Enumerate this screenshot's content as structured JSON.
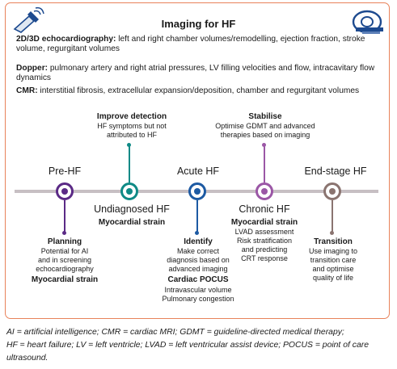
{
  "title": "Imaging for HF",
  "modalities": [
    {
      "name": "2D/3D echocardiography:",
      "text": " left and right chamber volumes/remodelling, ejection fraction, stroke volume, regurgitant volumes"
    },
    {
      "name": "Dopper:",
      "text": " pulmonary artery and right atrial pressures, LV filling velocities and flow, intracavitary flow dynamics"
    },
    {
      "name": "CMR:",
      "text": " interstitial fibrosis, extracellular expansion/deposition, chamber and regurgitant volumes"
    }
  ],
  "stages": {
    "prehf": "Pre-HF",
    "undiagnosed": "Undiagnosed HF",
    "acute": "Acute HF",
    "chronic": "Chronic HF",
    "endstage": "End-stage HF"
  },
  "improve": {
    "title": "Improve detection",
    "lines": [
      "HF symptoms but not",
      "attributed to HF"
    ]
  },
  "stabilise": {
    "title": "Stabilise",
    "lines": [
      "Optimise GDMT and advanced",
      "therapies based on imaging"
    ]
  },
  "undiagnosed_note": "Myocardial strain",
  "planning": {
    "title": "Planning",
    "lines": [
      "Potential for AI",
      "and in screening",
      "echocardiography"
    ],
    "big": "Myocardial strain"
  },
  "identify": {
    "title": "Identify",
    "lines": [
      "Make correct",
      "diagnosis based on",
      "advanced imaging"
    ],
    "big": "Cardiac POCUS",
    "after": [
      "Intravascular volume",
      "Pulmonary congestion"
    ]
  },
  "chronic_detail": {
    "big": "Myocardial strain",
    "lines": [
      "LVAD assessment",
      "Risk stratification",
      "and predicting",
      "CRT response"
    ]
  },
  "transition": {
    "title": "Transition",
    "lines": [
      "Use imaging to",
      "transition care",
      "and optimise",
      "quality of life"
    ]
  },
  "footnote": [
    "AI = artificial intelligence; CMR = cardiac MRI; GDMT = guideline-directed medical therapy;",
    "HF = heart failure; LV = left ventricle; LVAD = left ventricular assist device; POCUS = point of care",
    "ultrasound."
  ],
  "colors": {
    "prehf": "#5b2a86",
    "undiagnosed": "#0f8a86",
    "acute": "#1d5aa3",
    "chronic": "#9b57a6",
    "endstage": "#8a7470",
    "frame": "#e8825a",
    "timeline": "#c7bfc3"
  },
  "icons": {
    "left": "ultrasound-probe-icon",
    "right": "mri-scanner-icon"
  }
}
